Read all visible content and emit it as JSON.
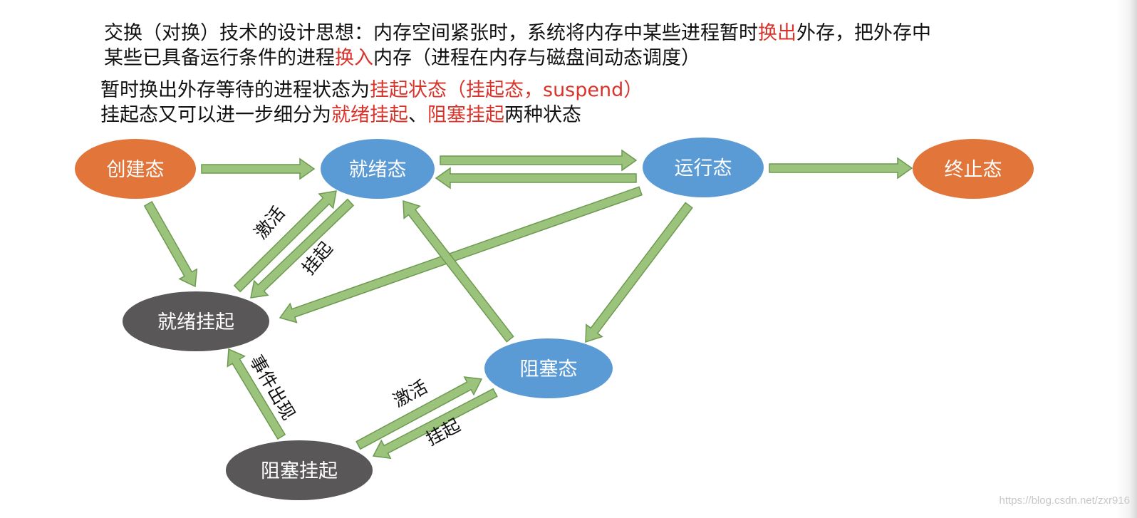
{
  "text": {
    "line1": {
      "a": "交换（对换）技术的设计思想：内存空间紧张时，系统将内存中某些进程暂时",
      "b": "换出",
      "c": "外存，把外存中"
    },
    "line2": {
      "a": "某些已具备运行条件的进程",
      "b": "换入",
      "c": "内存（进程在内存与磁盘间动态调度）"
    },
    "line3": {
      "a": "暂时换出外存等待的进程状态为",
      "b": "挂起状态（挂起态，suspend）"
    },
    "line4": {
      "a": "挂起态又可以进一步细分为",
      "b": "就绪挂起",
      "c": "、",
      "d": "阻塞挂起",
      "e": "两种状态"
    }
  },
  "states": {
    "created": "创建态",
    "ready": "就绪态",
    "running": "运行态",
    "terminated": "终止态",
    "ready_suspend": "就绪挂起",
    "blocked": "阻塞态",
    "blocked_suspend": "阻塞挂起"
  },
  "edge_labels": {
    "activate_top": "激活",
    "suspend_top": "挂起",
    "event_occurs": "事件出现",
    "activate_bottom": "激活",
    "suspend_bottom": "挂起"
  },
  "watermark": "https://blog.csdn.net/zxr916",
  "colors": {
    "orange_state": "#e2753a",
    "blue_state": "#5b9bd5",
    "gray_state": "#5a5758",
    "arrow_fill": "#9bc37c",
    "arrow_stroke": "#6d9a52",
    "highlight_red": "#d9342b"
  }
}
